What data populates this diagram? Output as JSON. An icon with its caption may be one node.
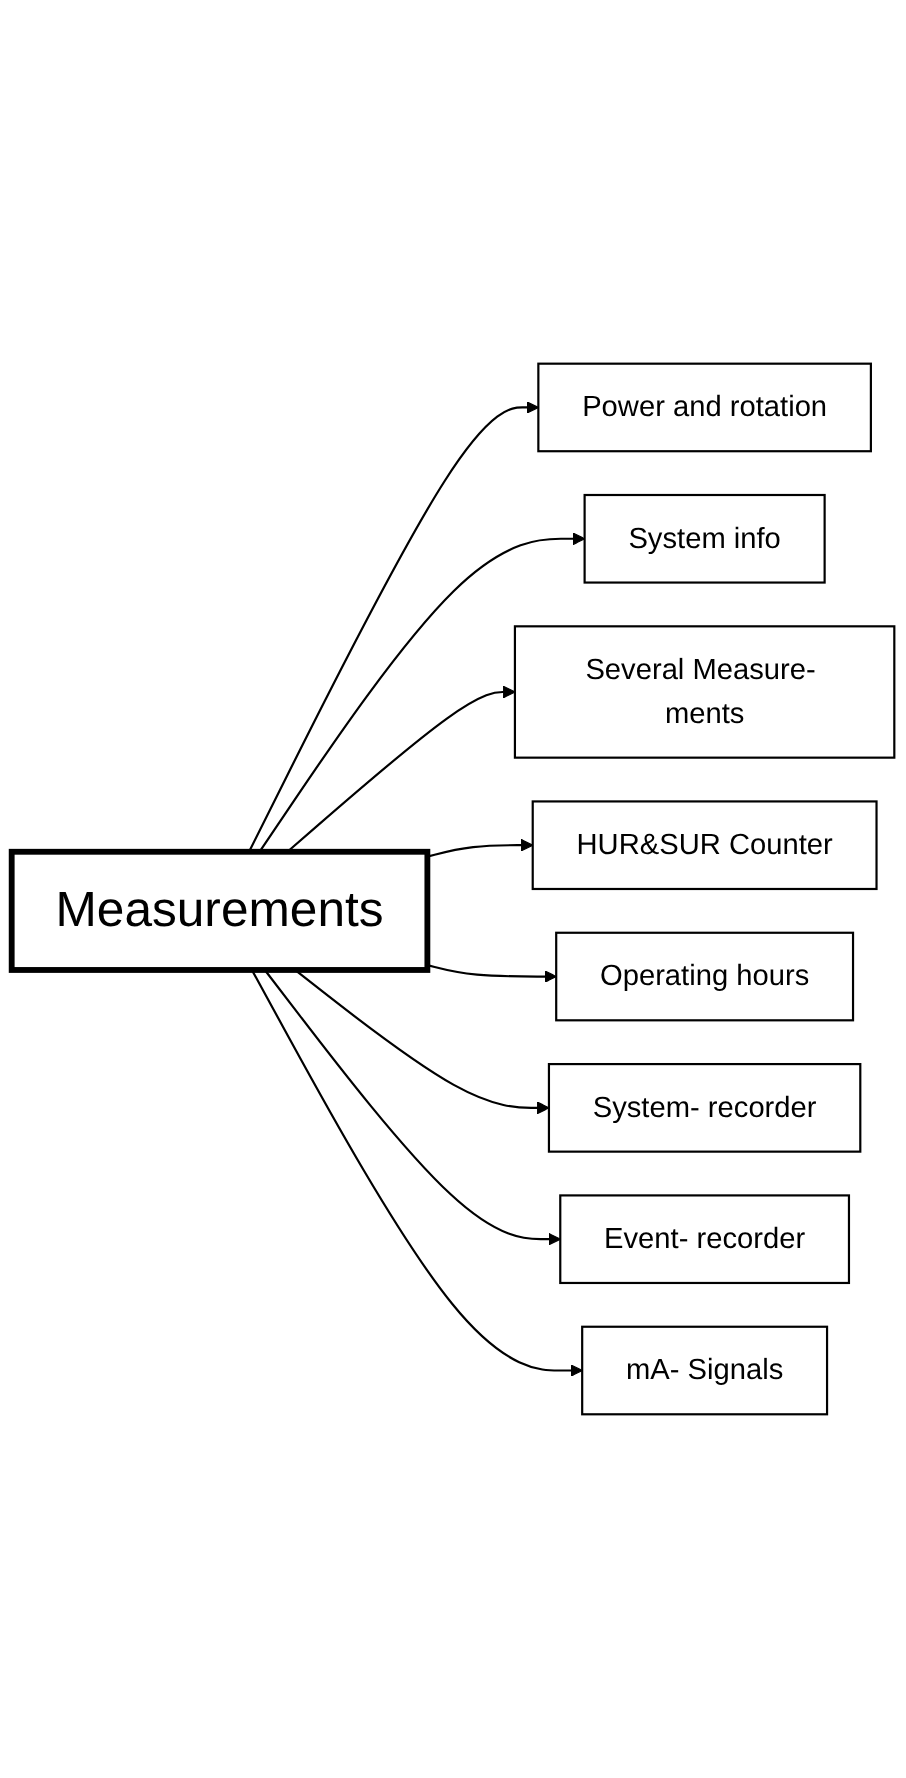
{
  "diagram": {
    "nodes": [
      {
        "text": [
          "Measurements"
        ]
      },
      {
        "text": [
          "Power and rotation"
        ]
      },
      {
        "text": [
          "System info"
        ]
      },
      {
        "text": [
          "Several Measure- ments"
        ]
      },
      {
        "text": [
          "HUR&SUR Counter"
        ]
      },
      {
        "text": [
          "Operating hours"
        ]
      },
      {
        "text": [
          "System- recorder"
        ]
      },
      {
        "text": [
          "Event- recorder"
        ]
      },
      {
        "text": [
          "mA- Signals"
        ]
      }
    ],
    "edges": [
      {
        "from": 0,
        "to": 1,
        "arrow": "to"
      },
      {
        "from": 0,
        "to": 2,
        "arrow": "to"
      },
      {
        "from": 0,
        "to": 3,
        "arrow": "to"
      },
      {
        "from": 0,
        "to": 4,
        "arrow": "to"
      },
      {
        "from": 0,
        "to": 5,
        "arrow": "to"
      },
      {
        "from": 0,
        "to": 6,
        "arrow": "to"
      },
      {
        "from": 0,
        "to": 7,
        "arrow": "to"
      },
      {
        "from": 0,
        "to": 8,
        "arrow": "to"
      }
    ]
  }
}
